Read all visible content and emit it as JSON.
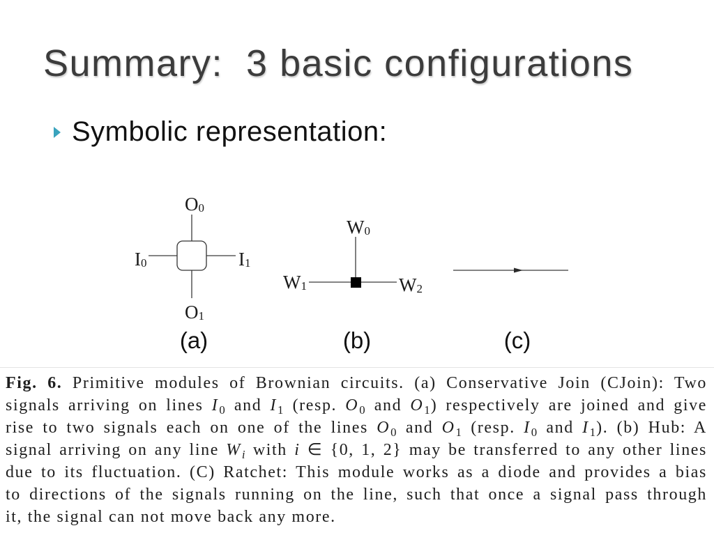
{
  "slide": {
    "title": "Summary:  3 basic configurations",
    "bullet": {
      "icon": "triangle-right-icon",
      "marker_color": "#3aa3bd",
      "text": "Symbolic representation:"
    }
  },
  "figure": {
    "a": {
      "label": "(a)",
      "top": {
        "letter": "O",
        "sub": "0"
      },
      "bottom": {
        "letter": "O",
        "sub": "1"
      },
      "left": {
        "letter": "I",
        "sub": "0"
      },
      "right": {
        "letter": "I",
        "sub": "1"
      }
    },
    "b": {
      "label": "(b)",
      "top": {
        "letter": "W",
        "sub": "0"
      },
      "left": {
        "letter": "W",
        "sub": "1"
      },
      "right": {
        "letter": "W",
        "sub": "2"
      }
    },
    "c": {
      "label": "(c)"
    }
  },
  "caption": {
    "lines": [
      [
        {
          "text": "Fig. 6.",
          "style": "bold"
        },
        {
          "text": " Primitive modules of Brownian circuits. (a) Conservative Join (CJoin): Two"
        }
      ],
      [
        {
          "text": "signals arriving on lines "
        },
        {
          "math": "I",
          "sub": "0"
        },
        {
          "text": " and "
        },
        {
          "math": "I",
          "sub": "1"
        },
        {
          "text": " (resp. "
        },
        {
          "math": "O",
          "sub": "0"
        },
        {
          "text": " and "
        },
        {
          "math": "O",
          "sub": "1"
        },
        {
          "text": ") respectively are joined and give"
        }
      ],
      [
        {
          "text": "rise to two signals each on one of the lines "
        },
        {
          "math": "O",
          "sub": "0"
        },
        {
          "text": " and "
        },
        {
          "math": "O",
          "sub": "1"
        },
        {
          "text": " (resp. "
        },
        {
          "math": "I",
          "sub": "0"
        },
        {
          "text": " and "
        },
        {
          "math": "I",
          "sub": "1"
        },
        {
          "text": "). (b) Hub: A"
        }
      ],
      [
        {
          "text": "signal arriving on any line "
        },
        {
          "math": "W",
          "sub": "i"
        },
        {
          "text": " with "
        },
        {
          "math": "i"
        },
        {
          "text": " ∈ {0, 1, 2} may be transferred to any other lines"
        }
      ],
      [
        {
          "text": "due to its fluctuation. (C) Ratchet: This module works as a diode and provides a bias"
        }
      ],
      [
        {
          "text": "to directions of the signals running on the line, such that once a signal pass through"
        }
      ],
      [
        {
          "text": "it, the signal can not move back any more."
        }
      ]
    ]
  }
}
